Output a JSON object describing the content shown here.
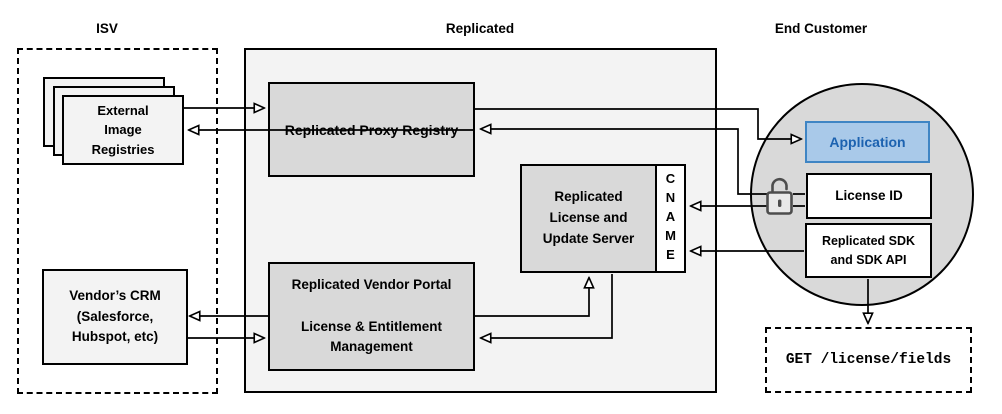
{
  "headers": {
    "isv": "ISV",
    "replicated": "Replicated",
    "end_customer": "End Customer"
  },
  "isv": {
    "registries": {
      "label": "External\nImage\nRegistries"
    },
    "crm": {
      "label": "Vendor’s CRM\n(Salesforce,\nHubspot, etc)"
    }
  },
  "replicated": {
    "proxy_registry": {
      "label": "Replicated Proxy Registry"
    },
    "license_update_server": {
      "label": "Replicated\nLicense and\nUpdate Server"
    },
    "cname": {
      "label": "CNAME"
    },
    "vendor_portal": {
      "label": "Replicated Vendor Portal\n\nLicense & Entitlement\nManagement"
    }
  },
  "end_customer": {
    "application": {
      "label": "Application"
    },
    "license_id": {
      "label": "License ID"
    },
    "sdk": {
      "label": "Replicated SDK\nand SDK API"
    },
    "api_endpoint": {
      "label": "GET /license/fields"
    },
    "lock_icon": "unlocked-padlock-icon"
  },
  "colors": {
    "region_fill": "#f3f3f3",
    "node_gray": "#d9d9d9",
    "node_light": "#f3f3f3",
    "circle_fill": "#d9d9d9",
    "application_fill": "#a9c9e9",
    "application_border": "#3f85c4",
    "application_text": "#1c62b0",
    "line": "#000000",
    "lock_icon": "#4d4d4d"
  },
  "edges": [
    {
      "from": "external-image-registries",
      "to": "replicated-proxy-registry"
    },
    {
      "from": "replicated-proxy-registry",
      "to": "external-image-registries"
    },
    {
      "from": "replicated-vendor-portal",
      "to": "vendors-crm"
    },
    {
      "from": "vendors-crm",
      "to": "replicated-vendor-portal"
    },
    {
      "from": "replicated-proxy-registry",
      "to": "application"
    },
    {
      "from": "license-id",
      "to": "replicated-proxy-registry",
      "via": "unlocked-padlock"
    },
    {
      "from": "license-id",
      "to": "cname",
      "via": "unlocked-padlock"
    },
    {
      "from": "replicated-sdk",
      "to": "cname"
    },
    {
      "from": "replicated-vendor-portal",
      "to": "replicated-license-update-server"
    },
    {
      "from": "replicated-license-update-server",
      "to": "replicated-vendor-portal"
    },
    {
      "from": "replicated-sdk",
      "to": "get-license-fields"
    }
  ]
}
